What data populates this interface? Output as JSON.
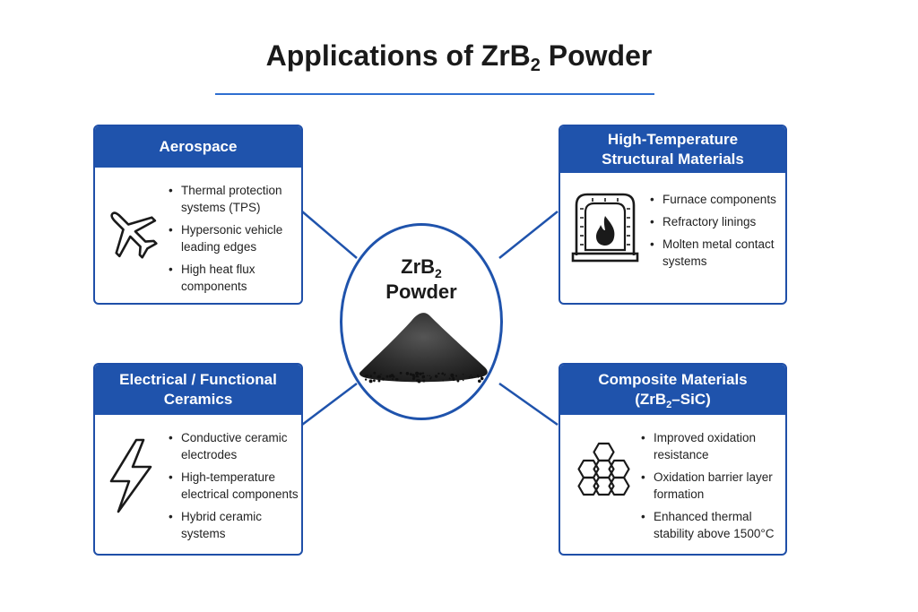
{
  "title": {
    "text": "Applications of ZrB",
    "subscript": "2",
    "suffix": " Powder"
  },
  "hub": {
    "line1": "ZrB",
    "line1_sub": "2",
    "line2": "Powder"
  },
  "cards": {
    "aerospace": {
      "title": "Aerospace",
      "icon": "airplane-icon",
      "items": [
        "Thermal protection systems (TPS)",
        "Hypersonic vehicle leading edges",
        "High heat flux components"
      ]
    },
    "high_temp": {
      "title_line1": "High-Temperature",
      "title_line2": "Structural Materials",
      "icon": "furnace-icon",
      "items": [
        "Furnace components",
        "Refractory linings",
        "Molten metal contact systems"
      ]
    },
    "electrical": {
      "title_line1": "Electrical / Functional",
      "title_line2": "Ceramics",
      "icon": "lightning-bolt-icon",
      "items": [
        "Conductive ceramic electrodes",
        "High-temperature electrical components",
        "Hybrid ceramic systems"
      ]
    },
    "composite": {
      "title_line1": "Composite Materials",
      "title_line2_pre": "(ZrB",
      "title_line2_sub": "2",
      "title_line2_post": "–SiC)",
      "icon": "hexagon-honeycomb-icon",
      "items": [
        "Improved oxidation resistance",
        "Oxidation barrier layer formation",
        "Enhanced thermal stability above 1500°C"
      ]
    }
  },
  "colors": {
    "accent": "#1f53ac",
    "rule": "#2f6fd1",
    "powder": "#2e2e2e"
  }
}
